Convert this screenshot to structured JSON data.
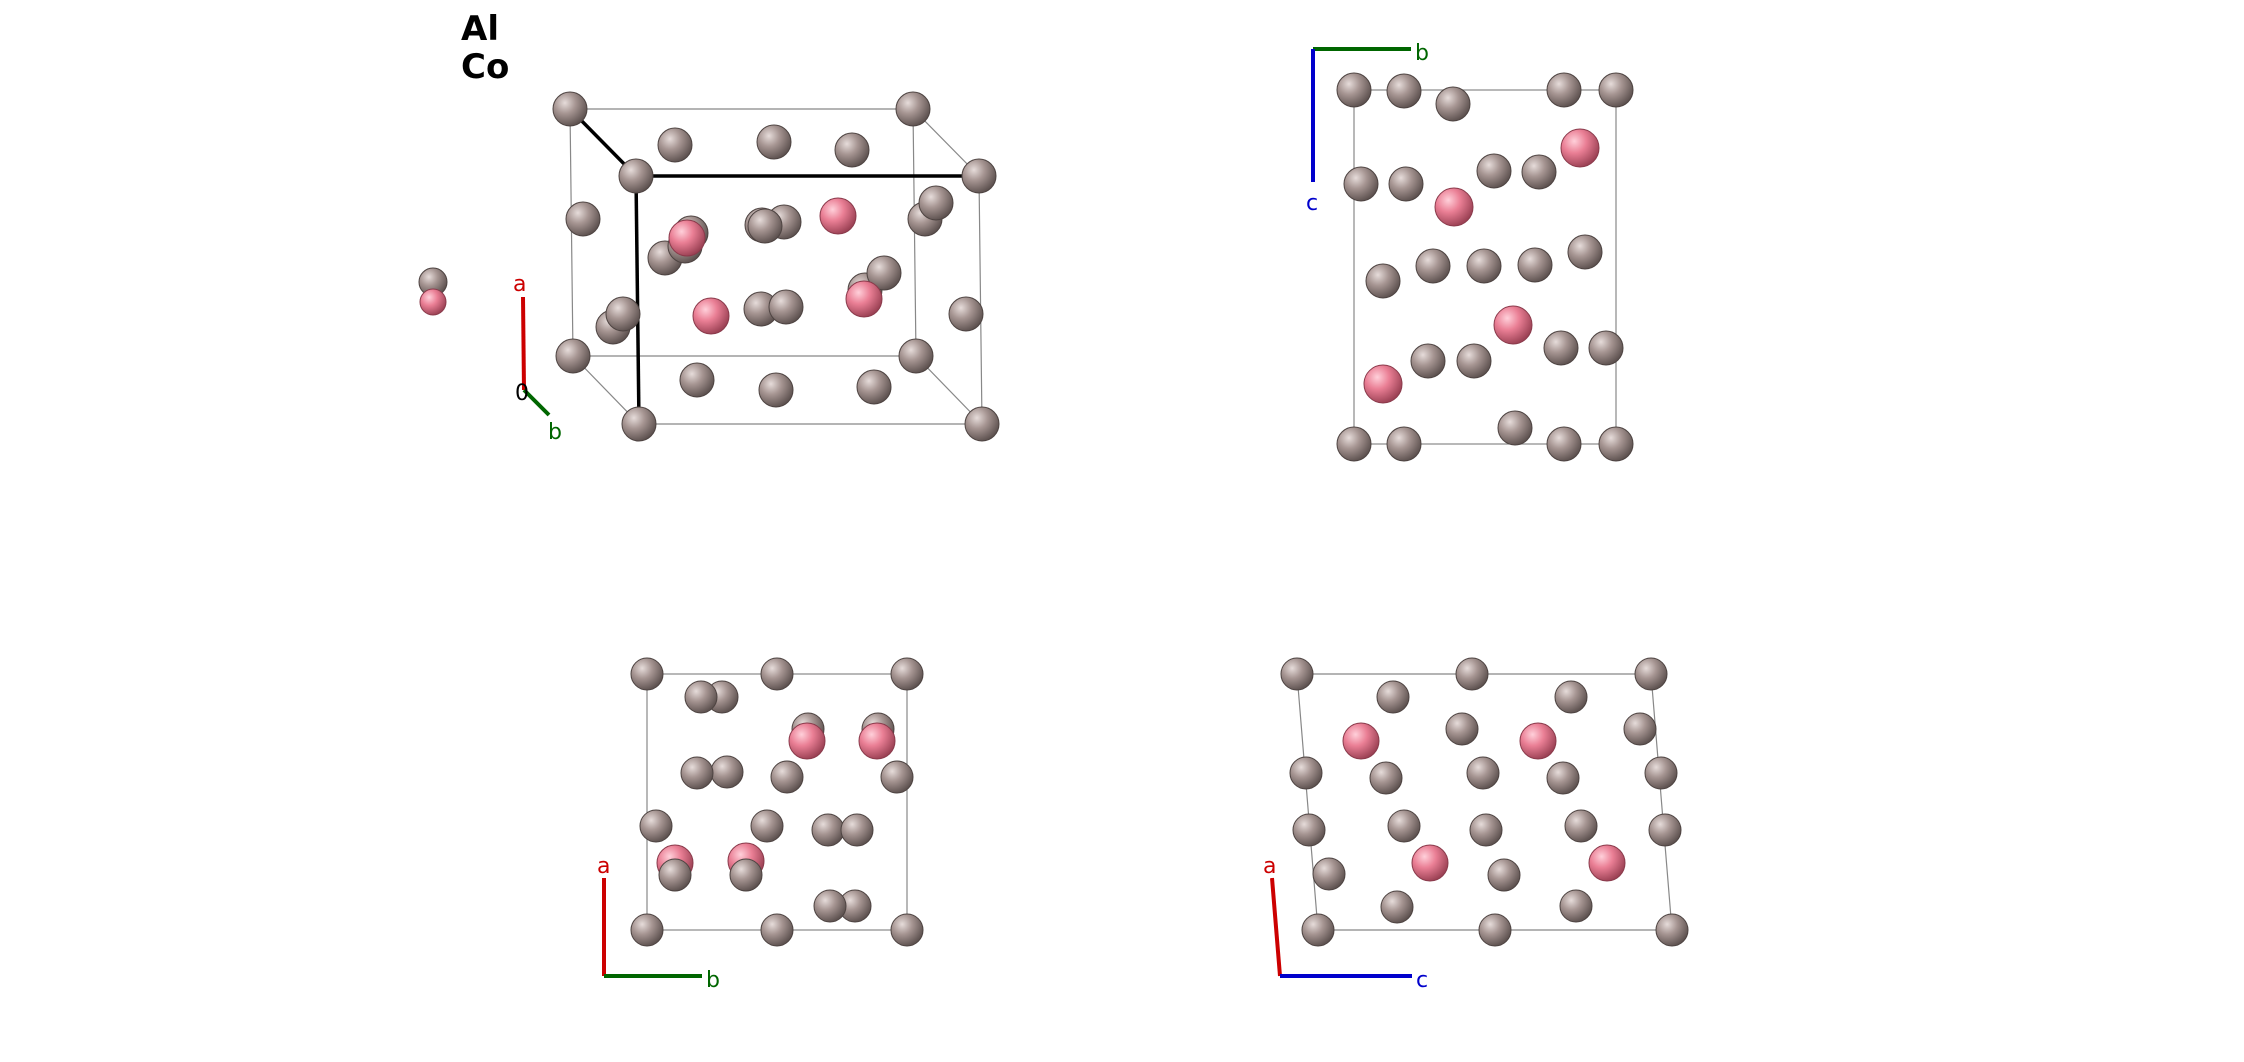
{
  "legend": {
    "elements": [
      "Al",
      "Co"
    ]
  },
  "atom_colors": {
    "Al": "#a3928f",
    "Co": "#ee7c93"
  },
  "axes": {
    "a": {
      "label": "a",
      "color": "#cc0000"
    },
    "b": {
      "label": "b",
      "color": "#006600"
    },
    "c": {
      "label": "c",
      "color": "#0000cc"
    },
    "origin_label": "0"
  }
}
